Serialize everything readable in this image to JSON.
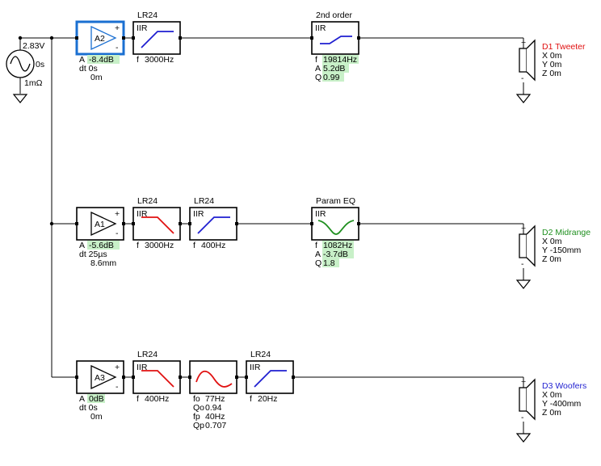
{
  "colors": {
    "wire": "#000000",
    "selected": "#1a6fd1",
    "highlight": "#c8f0c8",
    "hp_curve": "#1f1fd0",
    "lp_curve": "#e01010",
    "peq_curve": "#1f8f1f",
    "tweeter": "#e01010",
    "midrange": "#1f8f1f",
    "woofers": "#1f1fd0"
  },
  "source": {
    "voltage": "2.83V",
    "delay": "0s",
    "resistance": "1mΩ"
  },
  "channels": [
    {
      "amp": {
        "name": "A2",
        "gain_label": "A",
        "gain": "-8.4dB",
        "delay": "dt 0s",
        "distance": "0m",
        "selected": true
      },
      "filters": [
        {
          "title": "LR24",
          "type": "IIR",
          "shape": "highpass",
          "params": [
            {
              "label": "f",
              "value": "3000Hz"
            }
          ]
        },
        {
          "title": "2nd order",
          "type": "IIR",
          "shape": "shelf",
          "params": [
            {
              "label": "f",
              "value": "19814Hz",
              "hl": true
            },
            {
              "label": "A",
              "value": "5.2dB",
              "hl": true
            },
            {
              "label": "Q",
              "value": "0.99",
              "hl": true
            }
          ]
        }
      ],
      "driver": {
        "name": "D1 Tweeter",
        "x": "X 0m",
        "y": "Y 0m",
        "z": "Z 0m",
        "color": "#e01010"
      }
    },
    {
      "amp": {
        "name": "A1",
        "gain_label": "A",
        "gain": "-5.6dB",
        "delay": "dt 25µs",
        "distance": "8.6mm",
        "selected": false
      },
      "filters": [
        {
          "title": "LR24",
          "type": "IIR",
          "shape": "lowpass",
          "params": [
            {
              "label": "f",
              "value": "3000Hz"
            }
          ]
        },
        {
          "title": "LR24",
          "type": "IIR",
          "shape": "highpass",
          "params": [
            {
              "label": "f",
              "value": "400Hz"
            }
          ]
        },
        {
          "title": "Param EQ",
          "type": "IIR",
          "shape": "peq",
          "params": [
            {
              "label": "f",
              "value": "1082Hz",
              "hl": true
            },
            {
              "label": "A",
              "value": "-3.7dB",
              "hl": true
            },
            {
              "label": "Q",
              "value": "1.8",
              "hl": true
            }
          ]
        }
      ],
      "driver": {
        "name": "D2 Midrange",
        "x": "X 0m",
        "y": "Y -150mm",
        "z": "Z 0m",
        "color": "#1f8f1f"
      }
    },
    {
      "amp": {
        "name": "A3",
        "gain_label": "A",
        "gain": "0dB",
        "delay": "dt 0s",
        "distance": "0m",
        "selected": false
      },
      "filters": [
        {
          "title": "LR24",
          "type": "IIR",
          "shape": "lowpass",
          "params": [
            {
              "label": "f",
              "value": "400Hz"
            }
          ]
        },
        {
          "title": "",
          "type": "",
          "shape": "linkwitz",
          "params": [
            {
              "label": "fo",
              "value": "77Hz"
            },
            {
              "label": "Qo",
              "value": "0.94"
            },
            {
              "label": "fp",
              "value": "40Hz"
            },
            {
              "label": "Qp",
              "value": "0.707"
            }
          ]
        },
        {
          "title": "LR24",
          "type": "IIR",
          "shape": "highpass",
          "params": [
            {
              "label": "f",
              "value": "20Hz"
            }
          ]
        }
      ],
      "driver": {
        "name": "D3 Woofers",
        "x": "X 0m",
        "y": "Y -400mm",
        "z": "Z 0m",
        "color": "#1f1fd0"
      }
    }
  ]
}
